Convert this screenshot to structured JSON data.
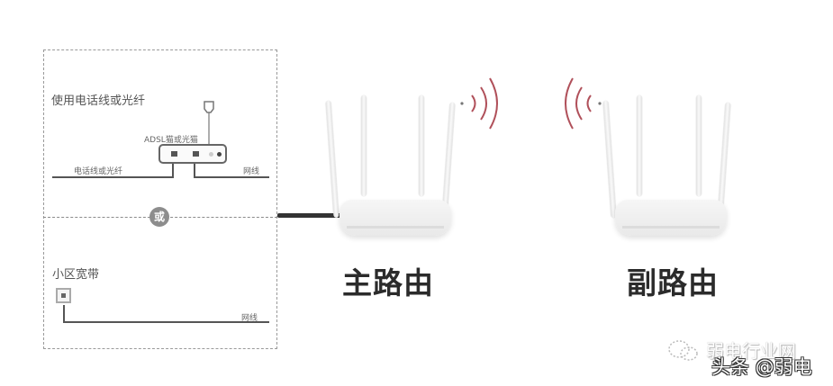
{
  "panel": {
    "top_section_title": "使用电话线或光纤",
    "modem_label": "ADSL猫或光猫",
    "phone_line_label": "电话线或光纤",
    "top_cable_label": "网线",
    "or_badge": "或",
    "bottom_section_title": "小区宽带",
    "bottom_cable_label": "网线"
  },
  "routers": {
    "main_label": "主路由",
    "secondary_label": "副路由"
  },
  "icons": {
    "signal_main": "wifi-waves-right",
    "signal_secondary": "wifi-waves-left",
    "phone_jack": "phone-plug-icon",
    "wall_socket": "ethernet-wall-socket-icon"
  },
  "colors": {
    "wifi_wave": "#b0505a",
    "panel_border": "#9a9a9a",
    "label_text": "#2b2b2b",
    "cable": "#555555"
  },
  "watermark": {
    "line1": "弱电行业网",
    "line2": "头条 @弱电"
  }
}
